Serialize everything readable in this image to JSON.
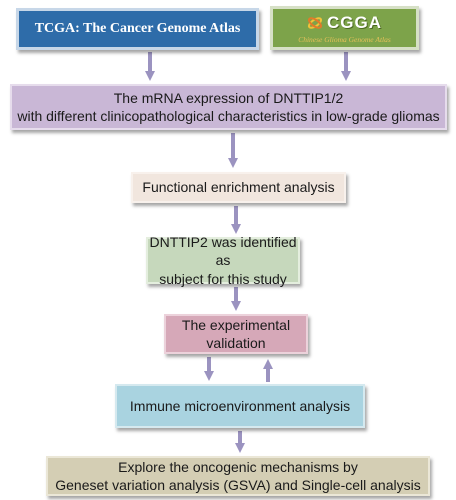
{
  "boxes": {
    "tcga": "TCGA: The Cancer Genome Atlas",
    "cgga_title": "CGGA",
    "cgga_subtitle": "Chinese Glioma Genome Atlas",
    "mrna_line1": "The mRNA expression of DNTTIP1/2",
    "mrna_line2": "with different clinicopathological characteristics in low-grade gliomas",
    "functional": "Functional enrichment analysis",
    "dnttip2_line1": "DNTTIP2 was identified as",
    "dnttip2_line2": "subject for this study",
    "experimental_line1": "The experimental",
    "experimental_line2": "validation",
    "immune": "Immune microenvironment analysis",
    "explore_line1": "Explore the oncogenic mechanisms by",
    "explore_line2": "Geneset variation analysis (GSVA) and Single-cell analysis"
  },
  "colors": {
    "arrow": "#9b93c0",
    "tcga": "#2e6ca9",
    "cgga": "#7da34a",
    "mrna": "#c9b7d6",
    "functional": "#f1e6de",
    "dnttip2": "#c6d8bc",
    "experimental": "#d6a8b8",
    "immune": "#a9d3e0",
    "explore": "#d4ceb4"
  }
}
